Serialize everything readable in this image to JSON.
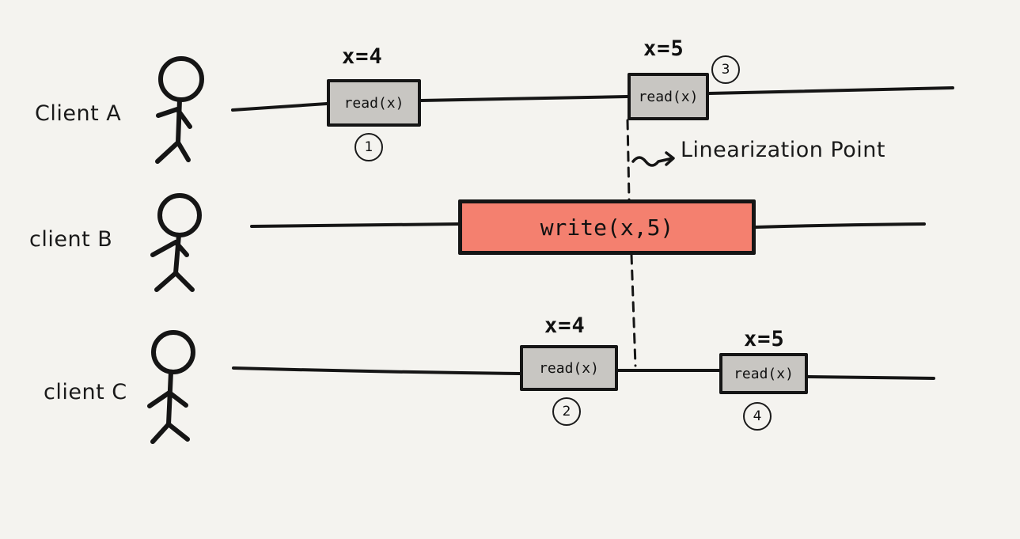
{
  "clients": [
    {
      "id": "a",
      "label": "Client A"
    },
    {
      "id": "b",
      "label": "client B"
    },
    {
      "id": "c",
      "label": "client C"
    }
  ],
  "operations": [
    {
      "id": "op1",
      "client": "a",
      "kind": "read",
      "label": "read(x)",
      "value": "x=4",
      "step": "1"
    },
    {
      "id": "op3",
      "client": "a",
      "kind": "read",
      "label": "read(x)",
      "value": "x=5",
      "step": "3"
    },
    {
      "id": "opw",
      "client": "b",
      "kind": "write",
      "label": "write(x,5)"
    },
    {
      "id": "op2",
      "client": "c",
      "kind": "read",
      "label": "read(x)",
      "value": "x=4",
      "step": "2"
    },
    {
      "id": "op4",
      "client": "c",
      "kind": "read",
      "label": "read(x)",
      "value": "x=5",
      "step": "4"
    }
  ],
  "annotation": {
    "label": "Linearization Point"
  },
  "colors": {
    "background": "#f4f3ef",
    "ink": "#151515",
    "read_fill": "#c8c6c2",
    "write_fill": "#f4806f"
  }
}
